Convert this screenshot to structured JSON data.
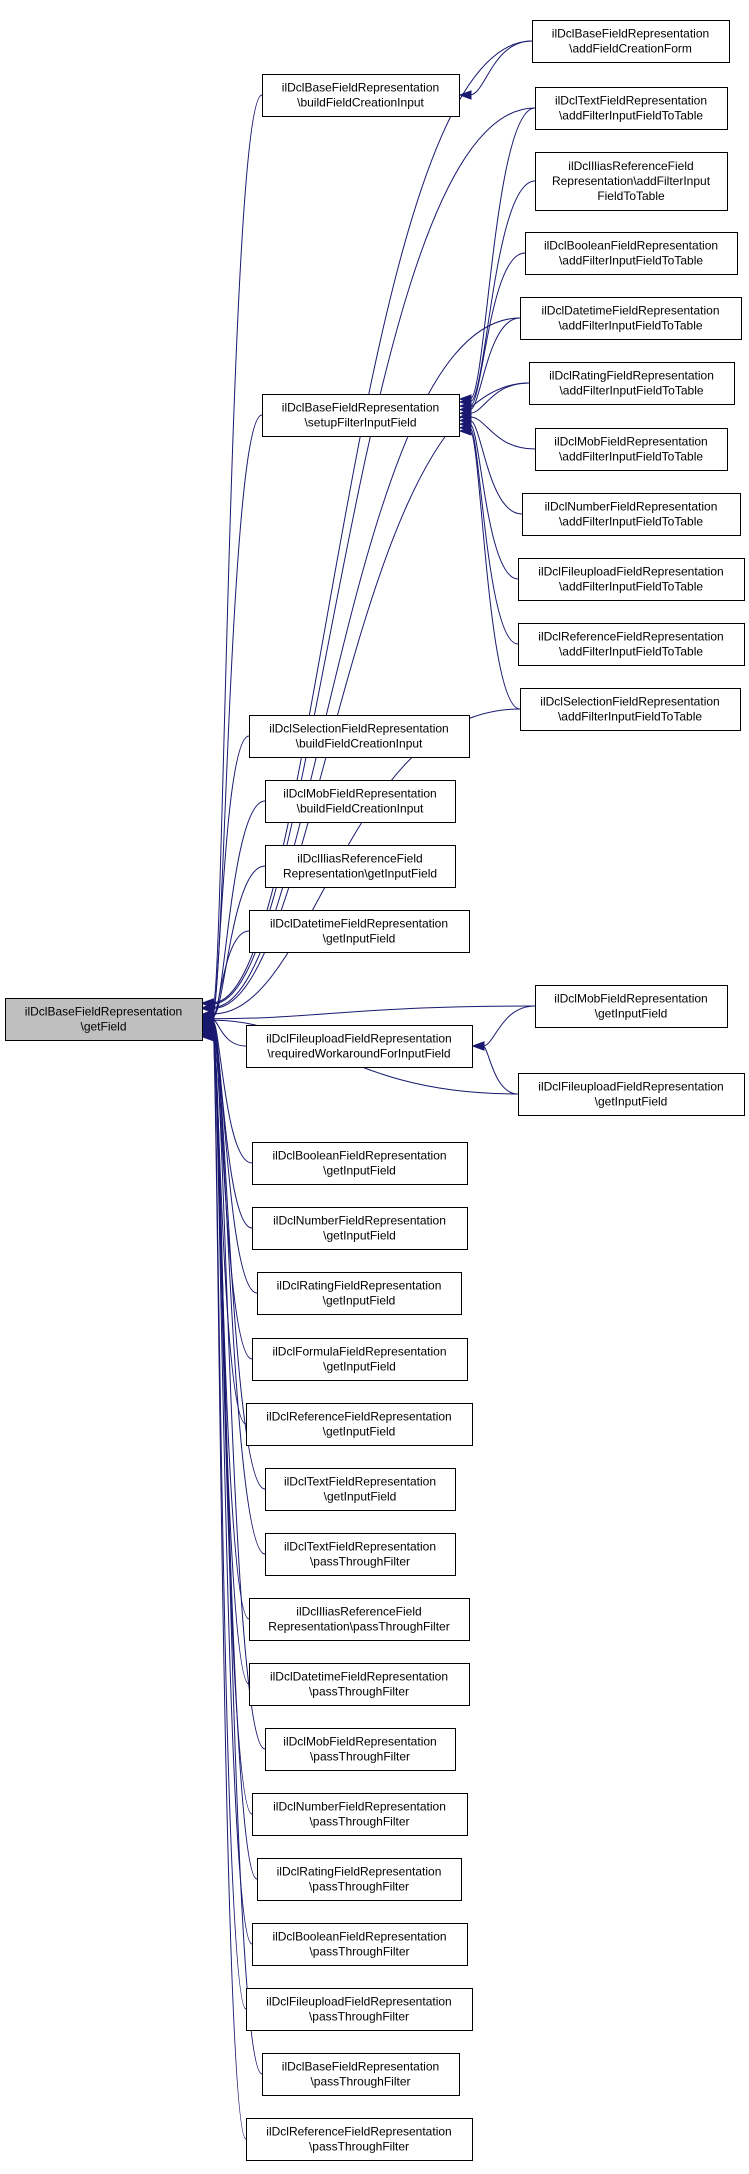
{
  "graph": {
    "colors": {
      "edge": "#191970",
      "node_border": "#000000",
      "node_fill": "#ffffff",
      "root_fill": "#bfbfbf"
    },
    "nodes": [
      {
        "id": "n0",
        "lines": [
          "ilDclBaseFieldRepresentation",
          "\\getField"
        ],
        "root": true
      },
      {
        "id": "n1",
        "lines": [
          "ilDclBaseFieldRepresentation",
          "\\buildFieldCreationInput"
        ]
      },
      {
        "id": "n2",
        "lines": [
          "ilDclBaseFieldRepresentation",
          "\\setupFilterInputField"
        ]
      },
      {
        "id": "n3",
        "lines": [
          "ilDclSelectionFieldRepresentation",
          "\\buildFieldCreationInput"
        ]
      },
      {
        "id": "n4",
        "lines": [
          "ilDclMobFieldRepresentation",
          "\\buildFieldCreationInput"
        ]
      },
      {
        "id": "n5",
        "lines": [
          "ilDclIliasReferenceField",
          "Representation\\getInputField"
        ]
      },
      {
        "id": "n6",
        "lines": [
          "ilDclDatetimeFieldRepresentation",
          "\\getInputField"
        ]
      },
      {
        "id": "n7",
        "lines": [
          "ilDclFileuploadFieldRepresentation",
          "\\requiredWorkaroundForInputField"
        ]
      },
      {
        "id": "n8",
        "lines": [
          "ilDclBooleanFieldRepresentation",
          "\\getInputField"
        ]
      },
      {
        "id": "n9",
        "lines": [
          "ilDclNumberFieldRepresentation",
          "\\getInputField"
        ]
      },
      {
        "id": "n10",
        "lines": [
          "ilDclRatingFieldRepresentation",
          "\\getInputField"
        ]
      },
      {
        "id": "n11",
        "lines": [
          "ilDclFormulaFieldRepresentation",
          "\\getInputField"
        ]
      },
      {
        "id": "n12",
        "lines": [
          "ilDclReferenceFieldRepresentation",
          "\\getInputField"
        ]
      },
      {
        "id": "n13",
        "lines": [
          "ilDclTextFieldRepresentation",
          "\\getInputField"
        ]
      },
      {
        "id": "n14",
        "lines": [
          "ilDclTextFieldRepresentation",
          "\\passThroughFilter"
        ]
      },
      {
        "id": "n15",
        "lines": [
          "ilDclIliasReferenceField",
          "Representation\\passThroughFilter"
        ]
      },
      {
        "id": "n16",
        "lines": [
          "ilDclDatetimeFieldRepresentation",
          "\\passThroughFilter"
        ]
      },
      {
        "id": "n17",
        "lines": [
          "ilDclMobFieldRepresentation",
          "\\passThroughFilter"
        ]
      },
      {
        "id": "n18",
        "lines": [
          "ilDclNumberFieldRepresentation",
          "\\passThroughFilter"
        ]
      },
      {
        "id": "n19",
        "lines": [
          "ilDclRatingFieldRepresentation",
          "\\passThroughFilter"
        ]
      },
      {
        "id": "n20",
        "lines": [
          "ilDclBooleanFieldRepresentation",
          "\\passThroughFilter"
        ]
      },
      {
        "id": "n21",
        "lines": [
          "ilDclFileuploadFieldRepresentation",
          "\\passThroughFilter"
        ]
      },
      {
        "id": "n22",
        "lines": [
          "ilDclBaseFieldRepresentation",
          "\\passThroughFilter"
        ]
      },
      {
        "id": "n23",
        "lines": [
          "ilDclReferenceFieldRepresentation",
          "\\passThroughFilter"
        ]
      },
      {
        "id": "n24",
        "lines": [
          "ilDclBaseFieldRepresentation",
          "\\addFieldCreationForm"
        ]
      },
      {
        "id": "n25",
        "lines": [
          "ilDclTextFieldRepresentation",
          "\\addFilterInputFieldToTable"
        ]
      },
      {
        "id": "n26",
        "lines": [
          "ilDclIliasReferenceField",
          "Representation\\addFilterInput",
          "FieldToTable"
        ]
      },
      {
        "id": "n27",
        "lines": [
          "ilDclBooleanFieldRepresentation",
          "\\addFilterInputFieldToTable"
        ]
      },
      {
        "id": "n28",
        "lines": [
          "ilDclDatetimeFieldRepresentation",
          "\\addFilterInputFieldToTable"
        ]
      },
      {
        "id": "n29",
        "lines": [
          "ilDclRatingFieldRepresentation",
          "\\addFilterInputFieldToTable"
        ]
      },
      {
        "id": "n30",
        "lines": [
          "ilDclMobFieldRepresentation",
          "\\addFilterInputFieldToTable"
        ]
      },
      {
        "id": "n31",
        "lines": [
          "ilDclNumberFieldRepresentation",
          "\\addFilterInputFieldToTable"
        ]
      },
      {
        "id": "n32",
        "lines": [
          "ilDclFileuploadFieldRepresentation",
          "\\addFilterInputFieldToTable"
        ]
      },
      {
        "id": "n33",
        "lines": [
          "ilDclReferenceFieldRepresentation",
          "\\addFilterInputFieldToTable"
        ]
      },
      {
        "id": "n34",
        "lines": [
          "ilDclSelectionFieldRepresentation",
          "\\addFilterInputFieldToTable"
        ]
      },
      {
        "id": "n35",
        "lines": [
          "ilDclMobFieldRepresentation",
          "\\getInputField"
        ]
      },
      {
        "id": "n36",
        "lines": [
          "ilDclFileuploadFieldRepresentation",
          "\\getInputField"
        ]
      }
    ],
    "edges": [
      {
        "from": "n1",
        "to": "n0"
      },
      {
        "from": "n2",
        "to": "n0"
      },
      {
        "from": "n3",
        "to": "n0"
      },
      {
        "from": "n4",
        "to": "n0"
      },
      {
        "from": "n5",
        "to": "n0"
      },
      {
        "from": "n6",
        "to": "n0"
      },
      {
        "from": "n7",
        "to": "n0"
      },
      {
        "from": "n8",
        "to": "n0"
      },
      {
        "from": "n9",
        "to": "n0"
      },
      {
        "from": "n10",
        "to": "n0"
      },
      {
        "from": "n11",
        "to": "n0"
      },
      {
        "from": "n12",
        "to": "n0"
      },
      {
        "from": "n13",
        "to": "n0"
      },
      {
        "from": "n14",
        "to": "n0"
      },
      {
        "from": "n15",
        "to": "n0"
      },
      {
        "from": "n16",
        "to": "n0"
      },
      {
        "from": "n17",
        "to": "n0"
      },
      {
        "from": "n18",
        "to": "n0"
      },
      {
        "from": "n19",
        "to": "n0"
      },
      {
        "from": "n20",
        "to": "n0"
      },
      {
        "from": "n21",
        "to": "n0"
      },
      {
        "from": "n22",
        "to": "n0"
      },
      {
        "from": "n23",
        "to": "n0"
      },
      {
        "from": "n24",
        "to": "n0"
      },
      {
        "from": "n25",
        "to": "n0"
      },
      {
        "from": "n28",
        "to": "n0"
      },
      {
        "from": "n29",
        "to": "n0"
      },
      {
        "from": "n34",
        "to": "n0"
      },
      {
        "from": "n35",
        "to": "n0"
      },
      {
        "from": "n36",
        "to": "n0"
      },
      {
        "from": "n24",
        "to": "n1"
      },
      {
        "from": "n25",
        "to": "n2"
      },
      {
        "from": "n26",
        "to": "n2"
      },
      {
        "from": "n27",
        "to": "n2"
      },
      {
        "from": "n28",
        "to": "n2"
      },
      {
        "from": "n29",
        "to": "n2"
      },
      {
        "from": "n30",
        "to": "n2"
      },
      {
        "from": "n31",
        "to": "n2"
      },
      {
        "from": "n32",
        "to": "n2"
      },
      {
        "from": "n33",
        "to": "n2"
      },
      {
        "from": "n34",
        "to": "n2"
      },
      {
        "from": "n35",
        "to": "n7"
      },
      {
        "from": "n36",
        "to": "n7"
      }
    ]
  }
}
